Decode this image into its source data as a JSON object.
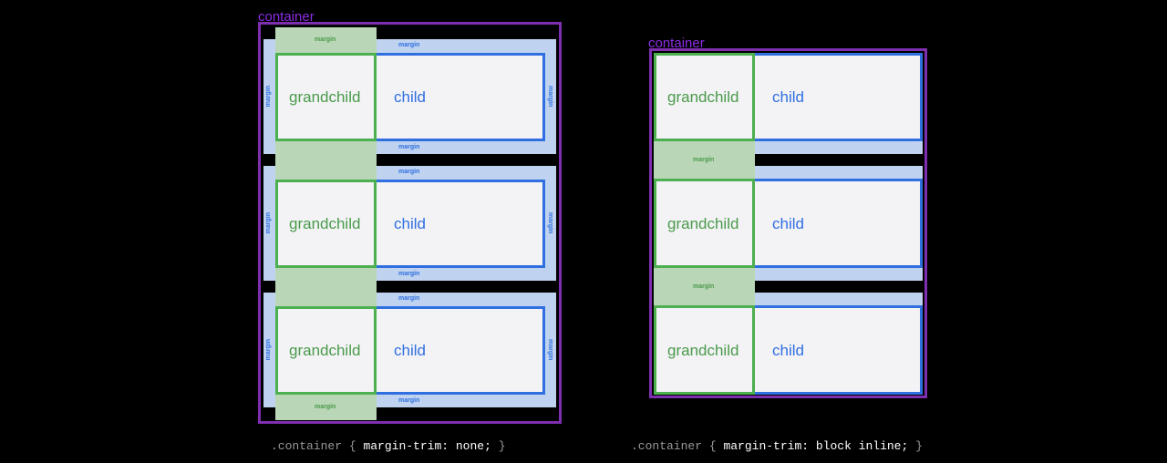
{
  "labels": {
    "container": "container",
    "child": "child",
    "grandchild": "grandchild",
    "margin": "margin"
  },
  "left_code": {
    "selector": ".container",
    "open": "{",
    "decl": "margin-trim: none;",
    "close": "}"
  },
  "right_code": {
    "selector": ".container",
    "open": "{",
    "decl": "margin-trim: block inline;",
    "close": "}"
  },
  "colors": {
    "container": "#7e2fb0",
    "child": "#2f6fe0",
    "grandchild": "#4caf50",
    "child_margin": "#bfd3f0",
    "grandchild_margin": "#b9d7b6"
  }
}
